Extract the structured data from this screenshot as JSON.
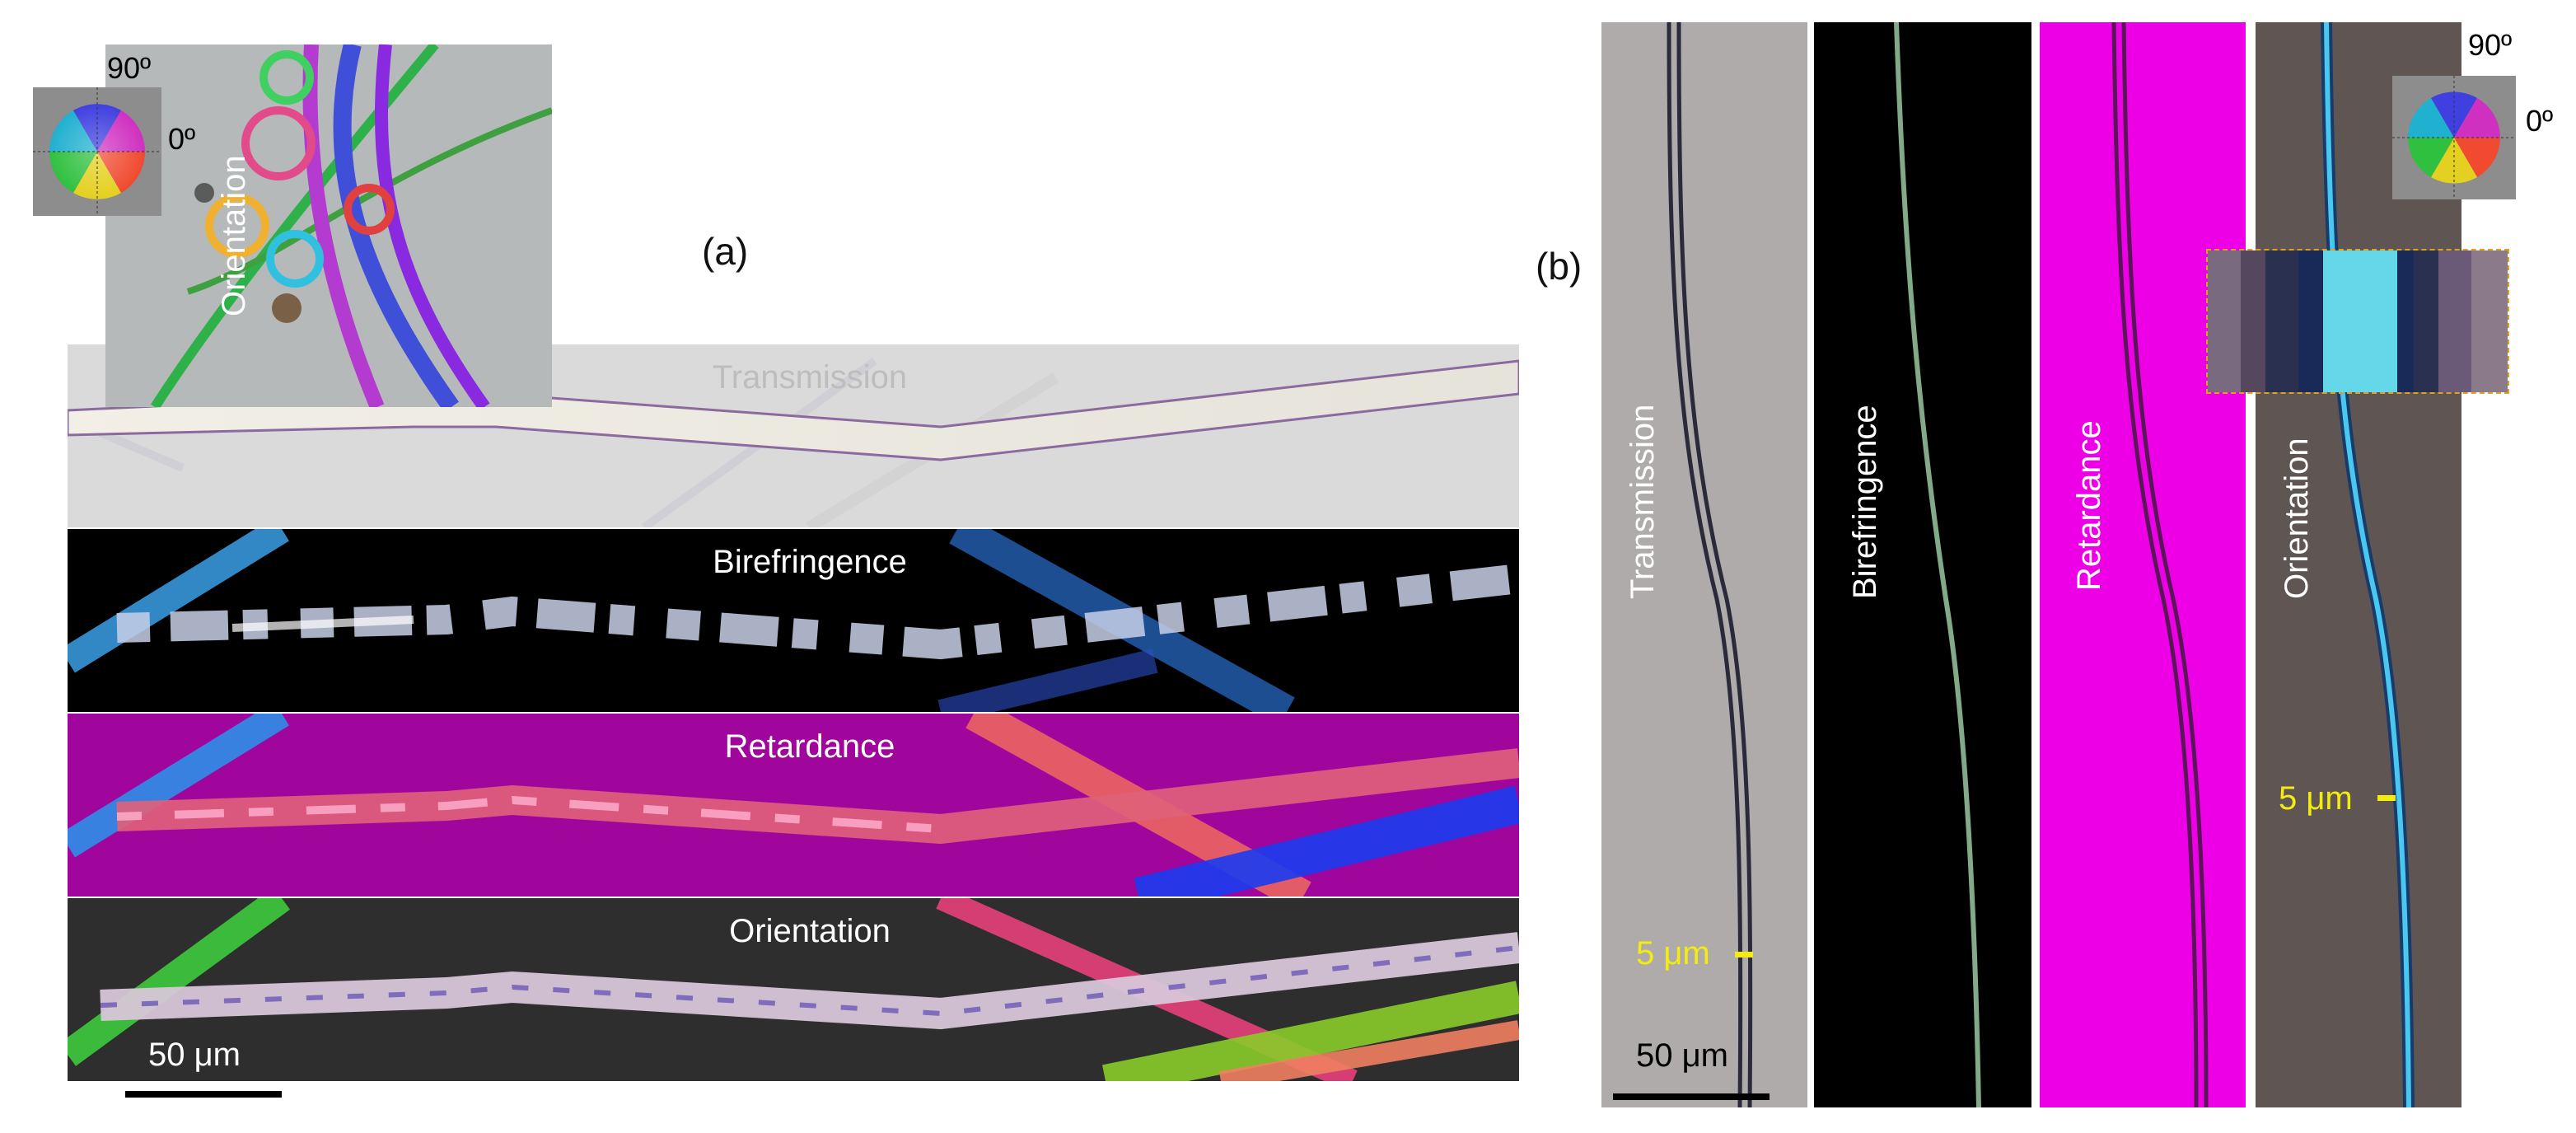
{
  "panel_a": {
    "letter": "(a)",
    "strips": {
      "transmission": "Transmission",
      "birefringence": "Birefringence",
      "retardance": "Retardance",
      "orientation": "Orientation"
    },
    "inset_label": "Orientation",
    "deg_90": "90º",
    "deg_0": "0º",
    "scale_label": "50 μm"
  },
  "panel_b": {
    "letter": "(b)",
    "columns": {
      "transmission": "Transmission",
      "birefringence": "Birefringence",
      "retardance": "Retardance",
      "orientation": "Orientation"
    },
    "deg_90": "90º",
    "deg_0": "0º",
    "scale_label": "50 μm",
    "marker_transmission": "5 μm",
    "marker_orientation": "5 μm"
  },
  "colors": {
    "transmission_bg": "#d9d9d9",
    "birefringence_bg": "#000000",
    "retardance_bg": "#a0069c",
    "orientation_bg": "#2e2e2e",
    "retardance_bright": "#ee00e6",
    "scale_marker": "#f4ec10"
  }
}
